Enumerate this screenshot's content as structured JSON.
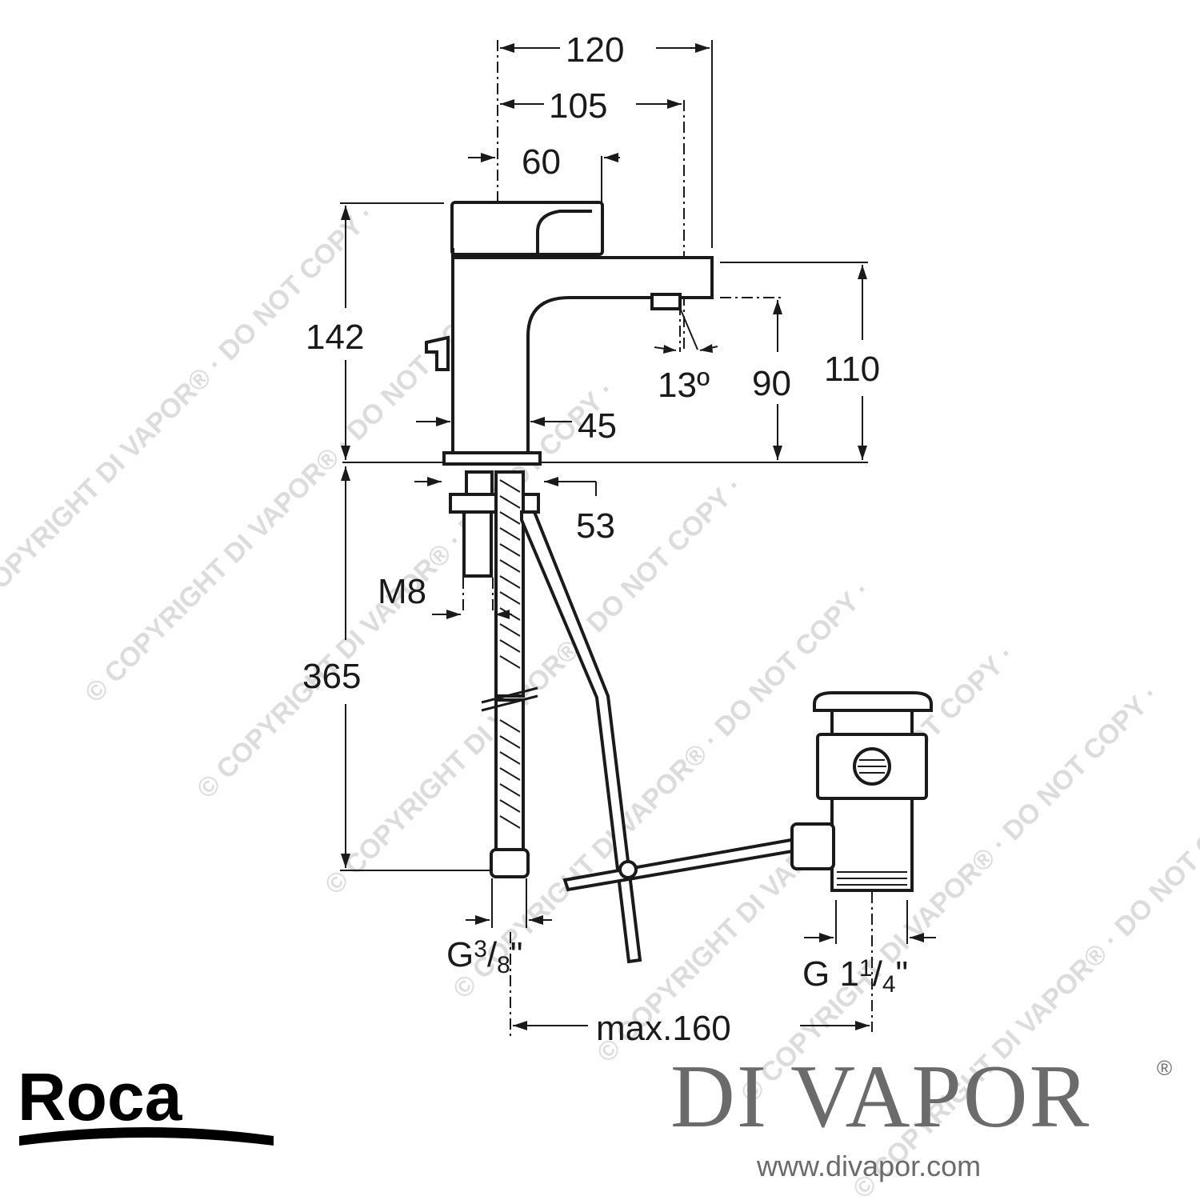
{
  "watermark": {
    "text": "© COPYRIGHT DI VAPOR® · DO NOT COPY ·"
  },
  "dimensions": {
    "d120": "120",
    "d105": "105",
    "d60": "60",
    "d142": "142",
    "d110": "110",
    "d90": "90",
    "d13": "13º",
    "d45": "45",
    "d53": "53",
    "m8": "M8",
    "d365": "365",
    "g38_base": "G",
    "g38_num": "3",
    "g38_rest": "/",
    "g38_den": "8",
    "g38_unit": "\"",
    "g114_base": "G 1",
    "g114_num": "1",
    "g114_rest": "/",
    "g114_den": "4",
    "g114_unit": "\"",
    "max160": "max.160"
  },
  "brands": {
    "roca": "Roca",
    "divapor": "DI VAPOR",
    "divapor_reg": "®",
    "url": "www.divapor.com"
  },
  "colors": {
    "ink": "#1a1a1a",
    "watermark": "#dcdcdc",
    "divapor_text": "#6b6b6b"
  }
}
